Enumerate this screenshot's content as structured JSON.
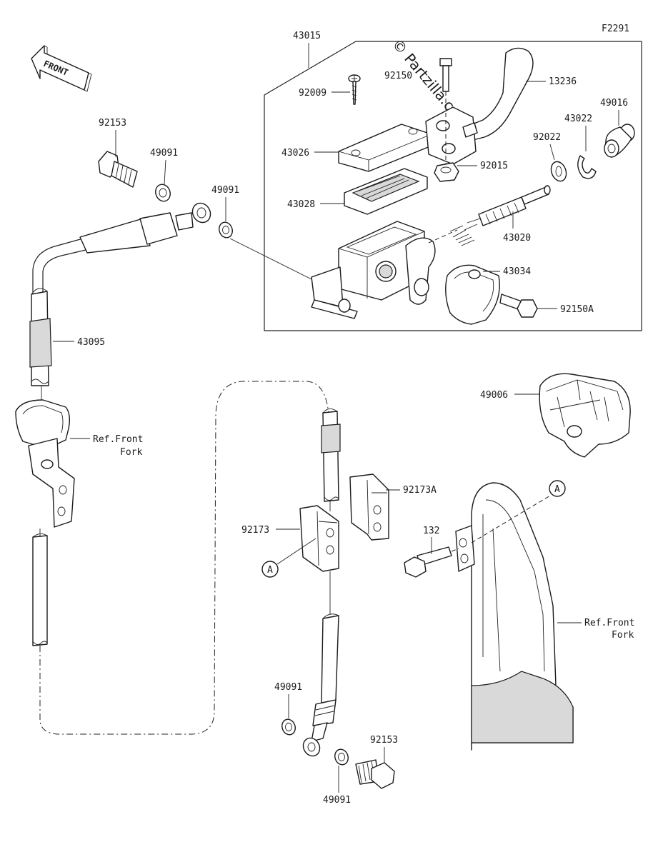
{
  "diagram": {
    "figure_code": "F2291",
    "watermark": "© Partzilla.com",
    "front_arrow_label": "FRONT",
    "assembly_label": "43015",
    "callout_A": "A",
    "labels": {
      "p92153_top": "92153",
      "p49091_a": "49091",
      "p49091_b": "49091",
      "p92009": "92009",
      "p92150": "92150",
      "p13236": "13236",
      "p43026": "43026",
      "p49016": "49016",
      "p43022": "43022",
      "p92022": "92022",
      "p43028": "43028",
      "p92015": "92015",
      "p43020": "43020",
      "p43034": "43034",
      "p92150A": "92150A",
      "p43095": "43095",
      "ref_front_fork_left_1": "Ref.Front",
      "ref_front_fork_left_2": "Fork",
      "p49006": "49006",
      "p92173A": "92173A",
      "p92173": "92173",
      "p132": "132",
      "ref_front_fork_right_1": "Ref.Front",
      "ref_front_fork_right_2": "Fork",
      "p49091_c": "49091",
      "p92153_bottom": "92153",
      "p49091_d": "49091"
    }
  }
}
